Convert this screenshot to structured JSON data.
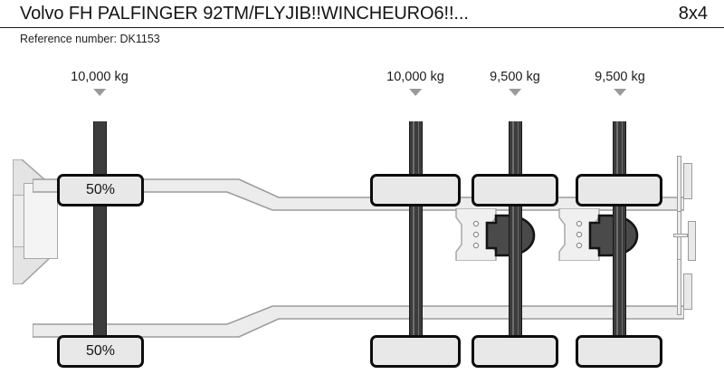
{
  "header": {
    "title": "Volvo FH PALFINGER 92TM/FLYJIB!!WINCHEURO6!!...",
    "axle_config": "8x4"
  },
  "subheader": {
    "reference": "Reference number: DK1153"
  },
  "diagram": {
    "vehicle_type": "truck-chassis-side-schematic",
    "axles": [
      {
        "id": "axle-1",
        "weight": "10,000 kg",
        "marker": "triangle-down-icon",
        "top_wheel_label": "50%",
        "bottom_wheel_label": "50%",
        "dual_tyre": false
      },
      {
        "id": "axle-2",
        "weight": "10,000 kg",
        "marker": "triangle-down-icon",
        "top_wheel_label": "",
        "bottom_wheel_label": "",
        "dual_tyre": true
      },
      {
        "id": "axle-3",
        "weight": "9,500 kg",
        "marker": "triangle-down-icon",
        "top_wheel_label": "",
        "bottom_wheel_label": "",
        "dual_tyre": true
      },
      {
        "id": "axle-4",
        "weight": "9,500 kg",
        "marker": "triangle-down-icon",
        "top_wheel_label": "",
        "bottom_wheel_label": "",
        "dual_tyre": true
      }
    ],
    "colors": {
      "frame_fill": "#ececec",
      "frame_stroke": "#9b9b9b",
      "wheel_fill": "#e8e8e8",
      "wheel_stroke": "#0d0d0d",
      "shaft_fill": "#3c3c3c",
      "marker_gray": "#9a9a9a",
      "bellow_fill": "#4a4a4a",
      "background": "#ffffff"
    }
  }
}
